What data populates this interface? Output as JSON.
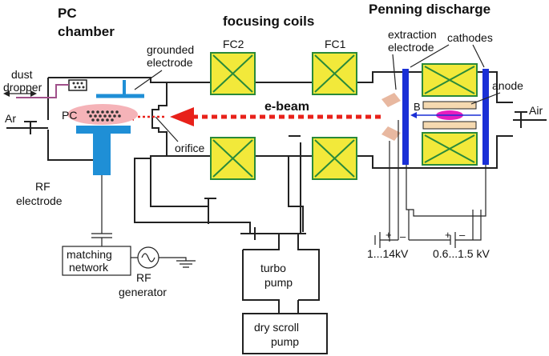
{
  "titles": {
    "pc_chamber_line1": "PC",
    "pc_chamber_line2": "chamber",
    "focusing_coils": "focusing coils",
    "penning_discharge": "Penning discharge"
  },
  "labels": {
    "grounded_line1": "grounded",
    "grounded_line2": "electrode",
    "dust_line1": "dust",
    "dust_line2": "dropper",
    "pc": "PC",
    "ar": "Ar",
    "orifice": "orifice",
    "rf_electrode_line1": "RF",
    "rf_electrode_line2": "electrode",
    "matching_line1": "matching",
    "matching_line2": "network",
    "rf_gen_line1": "RF",
    "rf_gen_line2": "generator",
    "fc2": "FC2",
    "fc1": "FC1",
    "e_beam": "e-beam",
    "turbo_line1": "turbo",
    "turbo_line2": "pump",
    "scroll_line1": "dry scroll",
    "scroll_line2": "pump",
    "extraction_line1": "extraction",
    "extraction_line2": "electrode",
    "cathodes": "cathodes",
    "anode": "anode",
    "b_field": "B",
    "air": "Air",
    "voltage_extraction": "1...14kV",
    "voltage_anode": "0.6...1.5 kV",
    "plus_1": "+",
    "minus_1": "–",
    "plus_2": "+",
    "minus_2": "–"
  },
  "colors": {
    "coil_fill": "#f2e93a",
    "coil_cross": "#2a8a3a",
    "electrode_blue": "#1f8fd6",
    "cathode_blue": "#1a2fd6",
    "beam_red": "#e8211a",
    "pc_plasma": "#f5b3b8",
    "anode_fill": "#f5d9b0",
    "magenta": "#e61ebe",
    "extraction_plate": "#e8b8a0"
  }
}
